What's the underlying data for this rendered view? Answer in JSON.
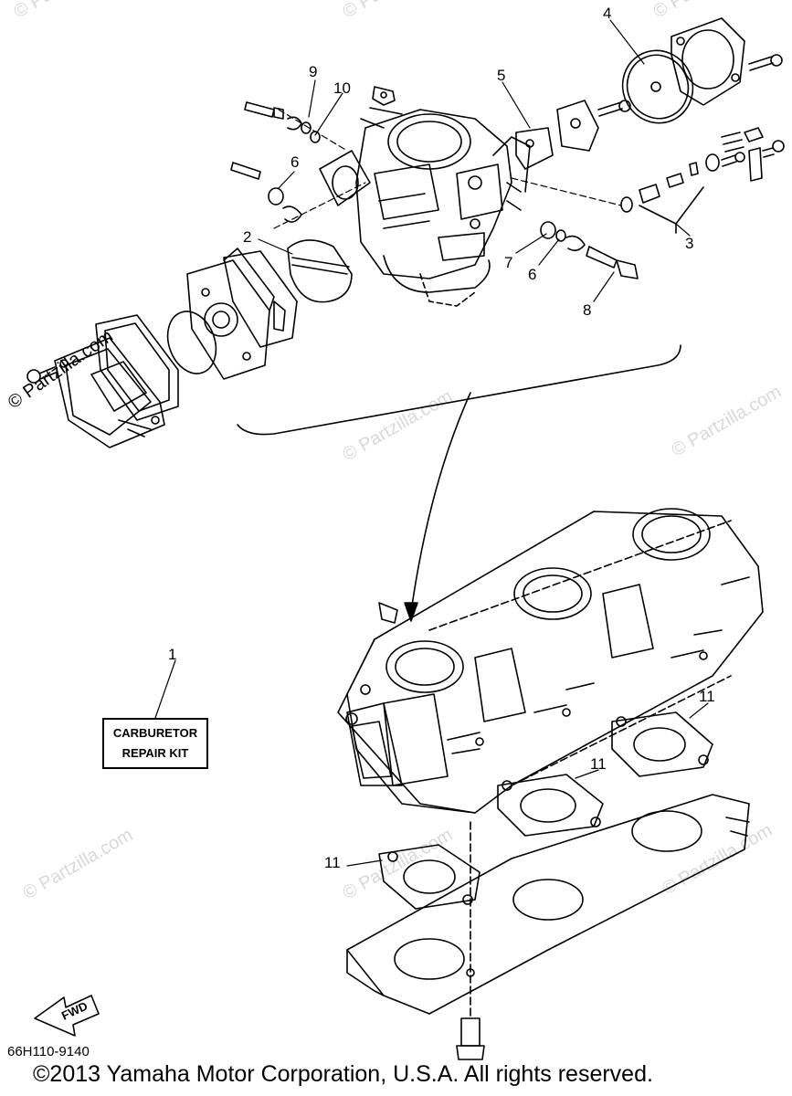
{
  "diagram": {
    "callouts": [
      "1",
      "2",
      "3",
      "4",
      "5",
      "6",
      "6",
      "7",
      "8",
      "9",
      "10",
      "11",
      "11",
      "11"
    ],
    "kit_label": {
      "line1": "CARBURETOR",
      "line2": "REPAIR KIT"
    },
    "fwd_label": "FWD",
    "part_number": "66H110-9140",
    "copyright": "©2013  Yamaha Motor Corporation, U.S.A. All rights reserved.",
    "watermark": "© Partzilla.com",
    "watermark_short": "© Partzilla.com"
  },
  "colors": {
    "line": "#000000",
    "watermark": "#d9d9d9"
  }
}
